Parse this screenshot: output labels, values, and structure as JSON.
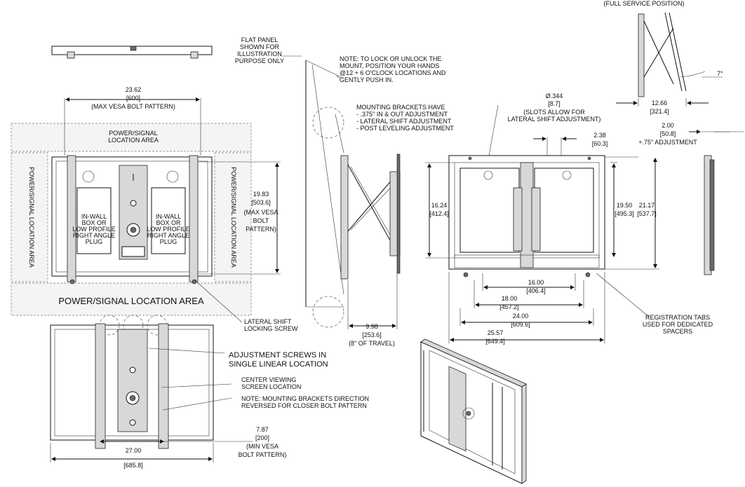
{
  "labels": {
    "full_service_position": "(FULL SERVICE POSITION)",
    "flat_panel_note": [
      "FLAT PANEL",
      "SHOWN FOR",
      "ILLUSTRATION",
      "PURPOSE ONLY"
    ],
    "lock_note": [
      "NOTE: TO LOCK OR UNLOCK THE",
      "MOUNT, POSITION YOUR HANDS",
      "@12 + 6 O'CLOCK LOCATIONS AND",
      "GENTLY PUSH IN."
    ],
    "brackets_note": [
      "MOUNTING BRACKETS HAVE",
      "- .375\" IN & OUT ADJUSTMENT",
      "- LATERAL SHIFT ADJUSTMENT",
      "- POST LEVELING ADJUSTMENT"
    ],
    "power_top": [
      "POWER/SIGNAL",
      "LOCATION AREA"
    ],
    "power_bottom": "POWER/SIGNAL LOCATION AREA",
    "power_side": "POWER/SIGNAL LOCATION AREA",
    "in_wall_box": [
      "IN-WALL",
      "BOX OR",
      "LOW PROFILE",
      "RIGHT ANGLE",
      "PLUG"
    ],
    "lateral_shift_screw": [
      "LATERAL SHIFT",
      "LOCKING SCREW"
    ],
    "adjustment_screws": [
      "ADJUSTMENT SCREWS IN",
      "SINGLE LINEAR LOCATION"
    ],
    "center_viewing": [
      "CENTER VIEWING",
      "SCREEN LOCATION"
    ],
    "reversed_note": [
      "NOTE: MOUNTING BRACKETS DIRECTION",
      "REVERSED FOR CLOSER BOLT PATTERN"
    ],
    "registration_tabs": [
      "REGISTRATION TABS",
      "USED FOR DEDICATED",
      "SPACERS"
    ],
    "slots_note": [
      "(SLOTS ALLOW FOR",
      "LATERAL SHIFT ADJUSTMENT)"
    ],
    "adjustment_75": "+.75\" ADJUSTMENT",
    "angle_7": "7°"
  },
  "dims": {
    "d_23_62": [
      "23.62",
      "[600]",
      "(MAX VESA BOLT PATTERN)"
    ],
    "d_19_83": [
      "19.83",
      "[503.6]",
      "(MAX VESA",
      "BOLT",
      "PATTERN)"
    ],
    "d_9_98": [
      "9.98",
      "[253.6]",
      "(8\" OF TRAVEL)"
    ],
    "d_7_87": [
      "7.87",
      "[200]",
      "(MIN VESA",
      "BOLT PATTERN)"
    ],
    "d_27_00": [
      "27.00",
      "[685.8]"
    ],
    "d_344": [
      "Ø.344",
      "[8.7]"
    ],
    "d_2_38": [
      "2.38",
      "[60.3]"
    ],
    "d_16_24": [
      "16.24",
      "[412.4]"
    ],
    "d_19_50": [
      "19.50",
      "[495.3]"
    ],
    "d_21_17": [
      "21.17",
      "[537.7]"
    ],
    "d_16_00": [
      "16.00",
      "[406.4]"
    ],
    "d_18_00": [
      "18.00",
      "[457.2]"
    ],
    "d_24_00": [
      "24.00",
      "[609.6]"
    ],
    "d_25_57": [
      "25.57",
      "[649.4]"
    ],
    "d_12_66": [
      "12.66",
      "[321.4]"
    ],
    "d_2_00": [
      "2.00",
      "[50.8]"
    ]
  }
}
